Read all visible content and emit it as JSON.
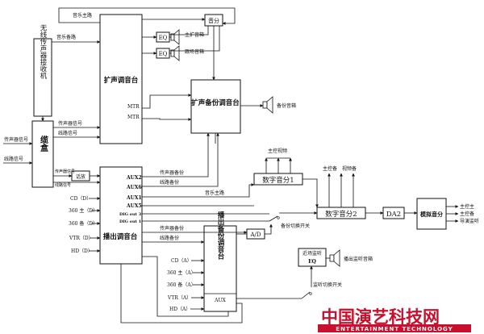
{
  "blocks": {
    "wireless_receiver": "无线传声器接收机",
    "cable_box": "缆盒",
    "expansion_console": "扩声调音台",
    "broadcast_console": "播出调音台",
    "expansion_backup_console": "扩声备份调音台",
    "broadcast_backup_console": "播出备份调音台",
    "distribution_top": "音分",
    "talkback": "话放",
    "digital_splitter_1": "数字音分1",
    "digital_splitter_2": "数字音分2",
    "da2": "DA2",
    "analog_splitter": "模拟音分",
    "ad": "A/D",
    "eq_main": "EQ",
    "eq_side": "EQ",
    "near_monitor": "近场监听",
    "near_monitor_eq": "EQ"
  },
  "labels": {
    "music_main": "音乐主路",
    "music_backup": "音乐备路",
    "main_speaker": "主扩音箱",
    "side_speaker": "跟场音箱",
    "mtr1": "MTR",
    "mtr2": "MTR",
    "backup_speaker": "备份音箱",
    "mic_signal_top": "传声器信号",
    "line_signal_top": "线路信号",
    "mic_signal_left": "传声器信号",
    "line_signal_left": "线路信号",
    "talkback_in1": "传声器信号",
    "talkback_in2": "线路信号",
    "main_control_record": "主控视频",
    "main_control_backup": "主控备",
    "record_backup": "视频备",
    "aux2": "AUX2",
    "aux6": "AUX6",
    "aux1": "AUX1",
    "aux5": "AUX5",
    "dig_out_3": "DIG out 3",
    "dig_out_1": "DIG out 1",
    "aux2_label": "传声器备份",
    "aux6_label": "线路备份",
    "aux1_label": "音乐主路",
    "mic_backup2": "传声器备份",
    "line_backup2": "线路备份",
    "backup_switch": "备份切换开关",
    "monitor_switch": "监听切换开关",
    "monitor_speaker": "播出监听音箱",
    "aux_bottom": "AUX",
    "out_main": "主控主",
    "out_backup": "主控备",
    "out_guide": "导演监听"
  },
  "sources_d": [
    "CD（D）",
    "360 主（D）",
    "360 备（D）",
    "VTR（D）",
    "HD（D）"
  ],
  "sources_a": [
    "CD（A）",
    "360 主（A）",
    "360 备（A）",
    "VTR（A）",
    "HD（A）"
  ],
  "watermark": {
    "cn": "中国演艺科技网",
    "en": "ENTERTAINMENT TECHNOLOGY"
  }
}
